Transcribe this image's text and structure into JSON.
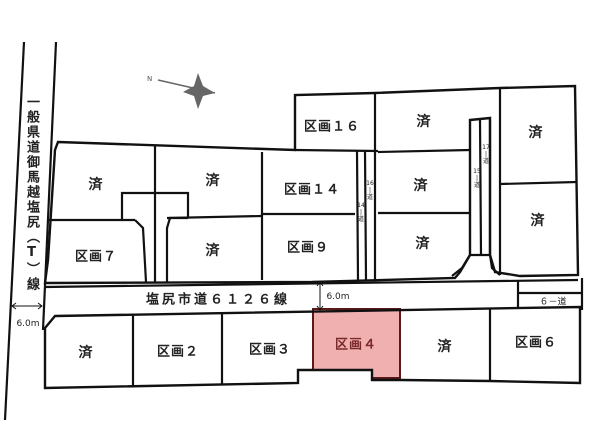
{
  "map": {
    "prefectural_road": {
      "label": "一般県道御馬越塩尻（T）線",
      "width": "6.0m"
    },
    "city_road": {
      "label": "塩尻市道６１２６線",
      "width": "6.0m"
    },
    "compass": {
      "north_label": "N"
    },
    "highlight_color": "#f0b0b0",
    "private_roads": {
      "road_6": "６－道",
      "road_14": "14 | 道",
      "road_15": "15 | 道",
      "road_16": "16 | 道",
      "road_17": "17 | 道"
    },
    "lots": {
      "south_1": "済",
      "lot_2": "区画２",
      "lot_3": "区画３",
      "lot_4": "区画４",
      "south_5": "済",
      "lot_6": "区画６",
      "lot_7": "区画７",
      "nw_top": "済",
      "nc_top": "済",
      "nc_bottom": "済",
      "lot_9": "区画９",
      "lot_14": "区画１４",
      "lot_16": "区画１６",
      "ne_top": "済",
      "ne_mid": "済",
      "ne_bottom": "済",
      "e_top": "済",
      "e_bottom": "済"
    }
  }
}
